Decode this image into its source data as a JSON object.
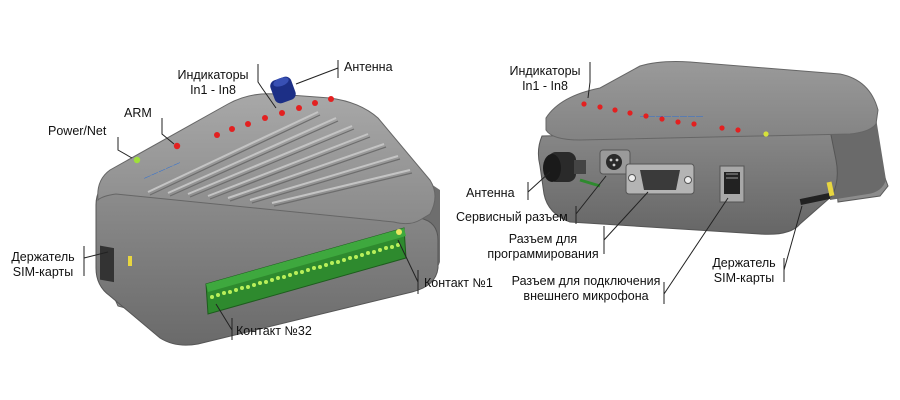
{
  "left_device": {
    "labels": {
      "power_net": "Power/Net",
      "arm": "ARM",
      "indicators_line1": "Индикаторы",
      "indicators_line2": "In1 - In8",
      "antenna": "Антенна",
      "sim_holder_line1": "Держатель",
      "sim_holder_line2": "SIM-карты",
      "contact_1": "Контакт №1",
      "contact_32": "Контакт №32"
    }
  },
  "right_device": {
    "labels": {
      "indicators_line1": "Индикаторы",
      "indicators_line2": "In1 - In8",
      "antenna": "Антенна",
      "service_connector": "Сервисный разъем",
      "programming_connector_line1": "Разъем для",
      "programming_connector_line2": "программирования",
      "mic_connector_line1": "Разъем для подключения",
      "mic_connector_line2": "внешнего микрофона",
      "sim_holder_line1": "Держатель",
      "sim_holder_line2": "SIM-карты"
    }
  },
  "colors": {
    "body": "#8e8e8e",
    "body_dark": "#5e5e5e",
    "led_red": "#e32020",
    "led_green": "#9fe03a",
    "terminal_block": "#2e8a2e",
    "antenna_cap": "#1c2f86",
    "logo_text": "#2a6fd6"
  }
}
